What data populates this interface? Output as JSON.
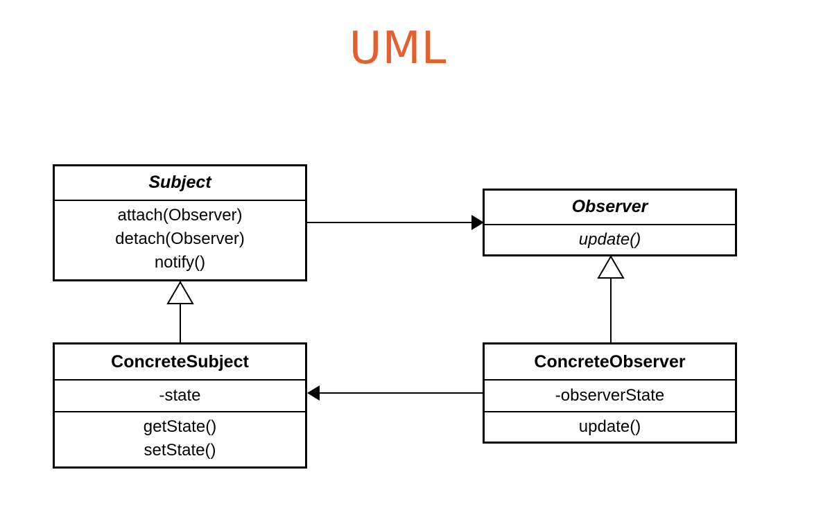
{
  "title": "UML",
  "classes": {
    "subject": {
      "name": "Subject",
      "methods": [
        "attach(Observer)",
        "detach(Observer)",
        "notify()"
      ]
    },
    "observer": {
      "name": "Observer",
      "methods": [
        "update()"
      ]
    },
    "concrete_subject": {
      "name": "ConcreteSubject",
      "attributes": [
        "-state"
      ],
      "methods": [
        "getState()",
        "setState()"
      ]
    },
    "concrete_observer": {
      "name": "ConcreteObserver",
      "attributes": [
        "-observerState"
      ],
      "methods": [
        "update()"
      ]
    }
  },
  "colors": {
    "title": "#e2622f",
    "line": "#000000"
  }
}
